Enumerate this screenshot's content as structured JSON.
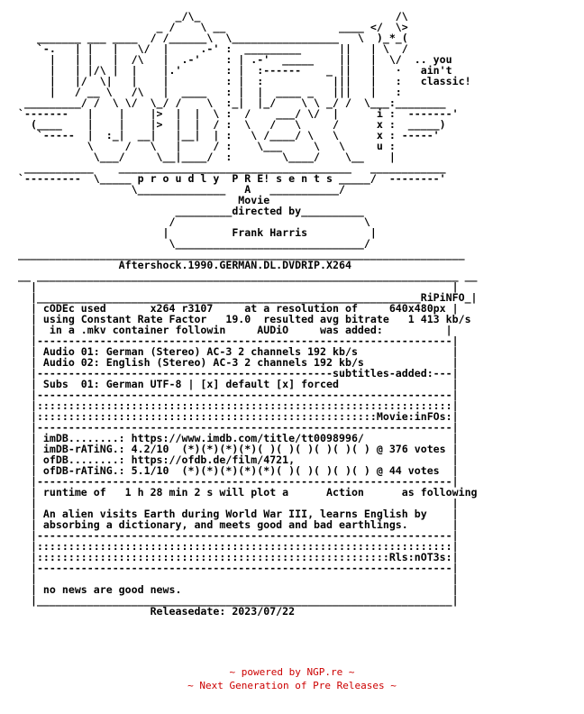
{
  "nfo": {
    "text": "                         _/\\_                               /\\\n                      _ /    \\ __                  ____ </  \\>\n   _______ ___ ____  / /______\\  \\_________________   \\  )_*_(\n   `-.   | |   |   \\/  |     .-' :  _________      ||   | \\  /\n     |   | |   |  /\\   |  .-'    : | .-'  _____    ||   |  \\/  .. you\n     |   | |/\\ |  |    |.'       : |  :------    _ ||   |   ·   ain't\n     |   |/  \\|   |    |         : |  :           |||   |   :   classic!\n     |   / __ \\   /\\   |  ____   : |  |  ____ _   |||   |   :\n _________/ /  \\ \\/  \\_/ /    \\  :_|  |_/    \\ \\ _/ /  \\___:________\n`-------   |    |    |>  |  |  \\ :  /    ___/ \\/  |      i :  -------'\n  (____    |    |    |>  |  |  / :  \\   /   \\     /      x :  _____)\n   `-----  |  :_|  __|   |__|  | :   \\ /____/ \\   \\      x : -----'\n           \\     /   \\   |     / :    \\___     \\   \\     u :\n            \\___/     \\__|____/  :        \\____/    \\__    |\n ___________    _____________________________________   ____________\n`---------  \\_____ p r o u d l y  P R E! s e n t s _____/  --------'\n                  \\______________   A   ___________/\n                                   Movie\n                         _________directed by__________\n                        /                              \\\n                       |          Frank Harris          |\n                        \\______________________________/\n_______________________________________________________________________\n                Aftershock.1990.GERMAN.DL.DVDRIP.X264\n__ ___________________________________________________________________ __\n  |                                                                  |\n  |_____________________________________________________________RiPiNFO_|\n  | cODEc used       x264 r3107     at a resolution of     640x480px |\n  | using Constant Rate Factor   19.0  resulted avg bitrate   1 413 kb/s\n  |  in a .mkv container followin     AUDiO     was added:          |\n  |------------------------------------------------------------------|\n  | Audio 01: German (Stereo) AC-3 2 channels 192 kb/s               |\n  | Audio 02: English (Stereo) AC-3 2 channels 192 kb/s              |\n  |-----------------------------------------------subtitles-added:---|\n  | Subs  01: German UTF-8 | [x] default [x] forced                  |\n  |------------------------------------------------------------------|\n  |::::::::::::::::::::::::::::::::::::::::::::::::::::::::::::::::::|\n  |::::::::::::::::::::::::::::::::::::::::::::::::::::::Movie:inFOs:|\n  |------------------------------------------------------------------|\n  | imDB........: https://www.imdb.com/title/tt0098996/              |\n  | imDB-rATiNG.: 4.2/10  (*)(*)(*)(*)( )( )( )( )( )( ) @ 376 votes |\n  | ofDB........: https://ofdb.de/film/4721,                         |\n  | ofDB-rATiNG.: 5.1/10  (*)(*)(*)(*)(*)( )( )( )( )( ) @ 44 votes  |\n  |------------------------------------------------------------------|\n  | runtime of   1 h 28 min 2 s will plot a      Action      as following\n  |                                                                  |\n  | An alien visits Earth during World War III, learns English by    |\n  | absorbing a dictionary, and meets good and bad earthlings.       |\n  |------------------------------------------------------------------|\n  |::::::::::::::::::::::::::::::::::::::::::::::::::::::::::::::::::|\n  |::::::::::::::::::::::::::::::::::::::::::::::::::::::::Rls:nOT3s:|\n  |------------------------------------------------------------------|\n  |                                                                  |\n  | no news are good news.                                           |\n  |__________________________________________________________________|\n                     Releasedate: 2023/07/22"
  },
  "footer": {
    "powered_by": "~ powered by NGP.re ~",
    "tagline": "~ Next Generation of Pre Releases ~",
    "color": "#cc0000"
  }
}
